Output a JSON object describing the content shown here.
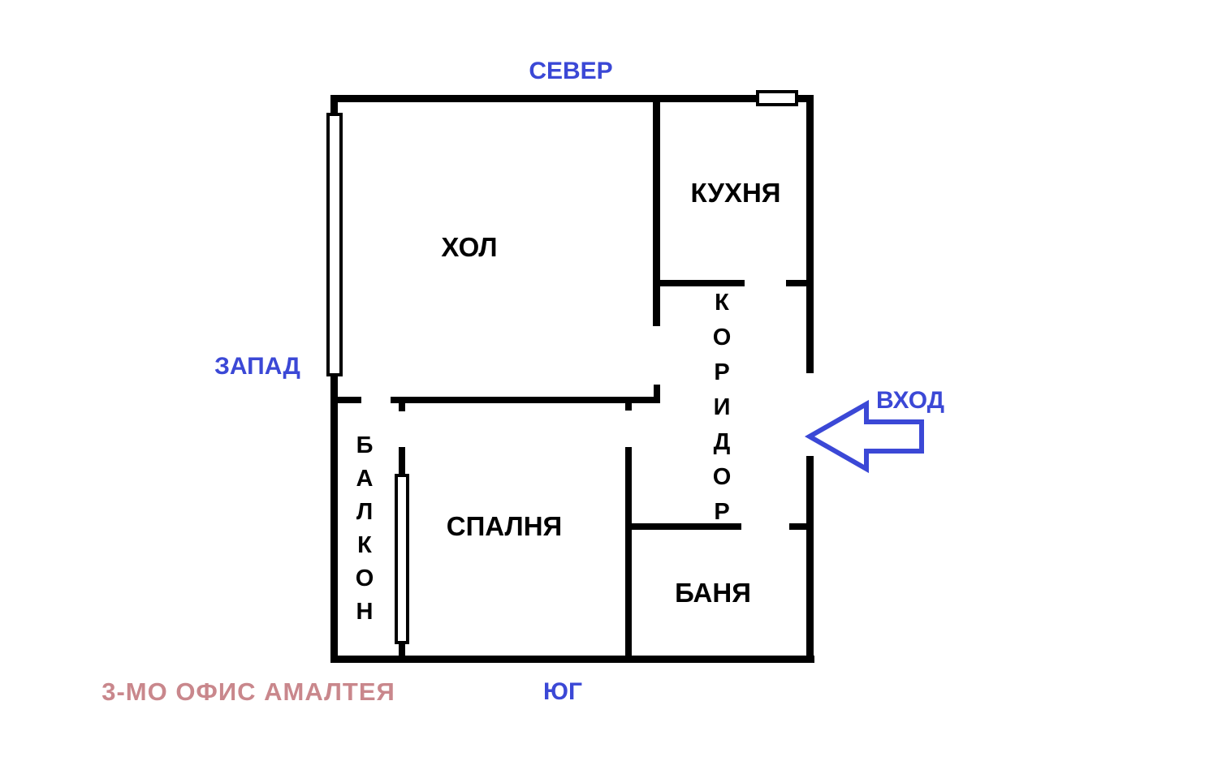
{
  "colors": {
    "wall": "#000000",
    "blue": "#3b48d6",
    "pink": "#c9878c"
  },
  "compass": {
    "north": "СЕВЕР",
    "south": "ЮГ",
    "west": "ЗАПАД"
  },
  "entrance": {
    "label": "ВХОД"
  },
  "rooms": {
    "hall": "ХОЛ",
    "kitchen": "КУХНЯ",
    "corridor": "КОРИДОР",
    "bedroom": "СПАЛНЯ",
    "bathroom": "БАНЯ",
    "balcony": "БАЛКОН"
  },
  "caption": "3-МО ОФИС АМАЛТЕЯ"
}
